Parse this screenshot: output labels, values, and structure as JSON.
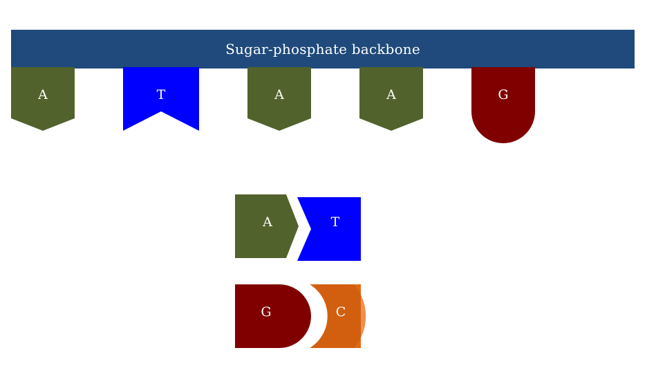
{
  "backbone": {
    "label": "Sugar-phosphate backbone"
  },
  "colors": {
    "backbone": "#1f4a7b",
    "A": "#52622c",
    "T": "#0000ff",
    "G": "#800000",
    "C": "#d25f10"
  },
  "strand": [
    {
      "base": "A",
      "icon": "adenine-pentagon"
    },
    {
      "base": "T",
      "icon": "thymine-notched-flag"
    },
    {
      "base": "A",
      "icon": "adenine-pentagon"
    },
    {
      "base": "A",
      "icon": "adenine-pentagon"
    },
    {
      "base": "G",
      "icon": "guanine-rounded-tab"
    }
  ],
  "pairs": [
    {
      "left": "A",
      "right": "T"
    },
    {
      "left": "G",
      "right": "C"
    }
  ]
}
